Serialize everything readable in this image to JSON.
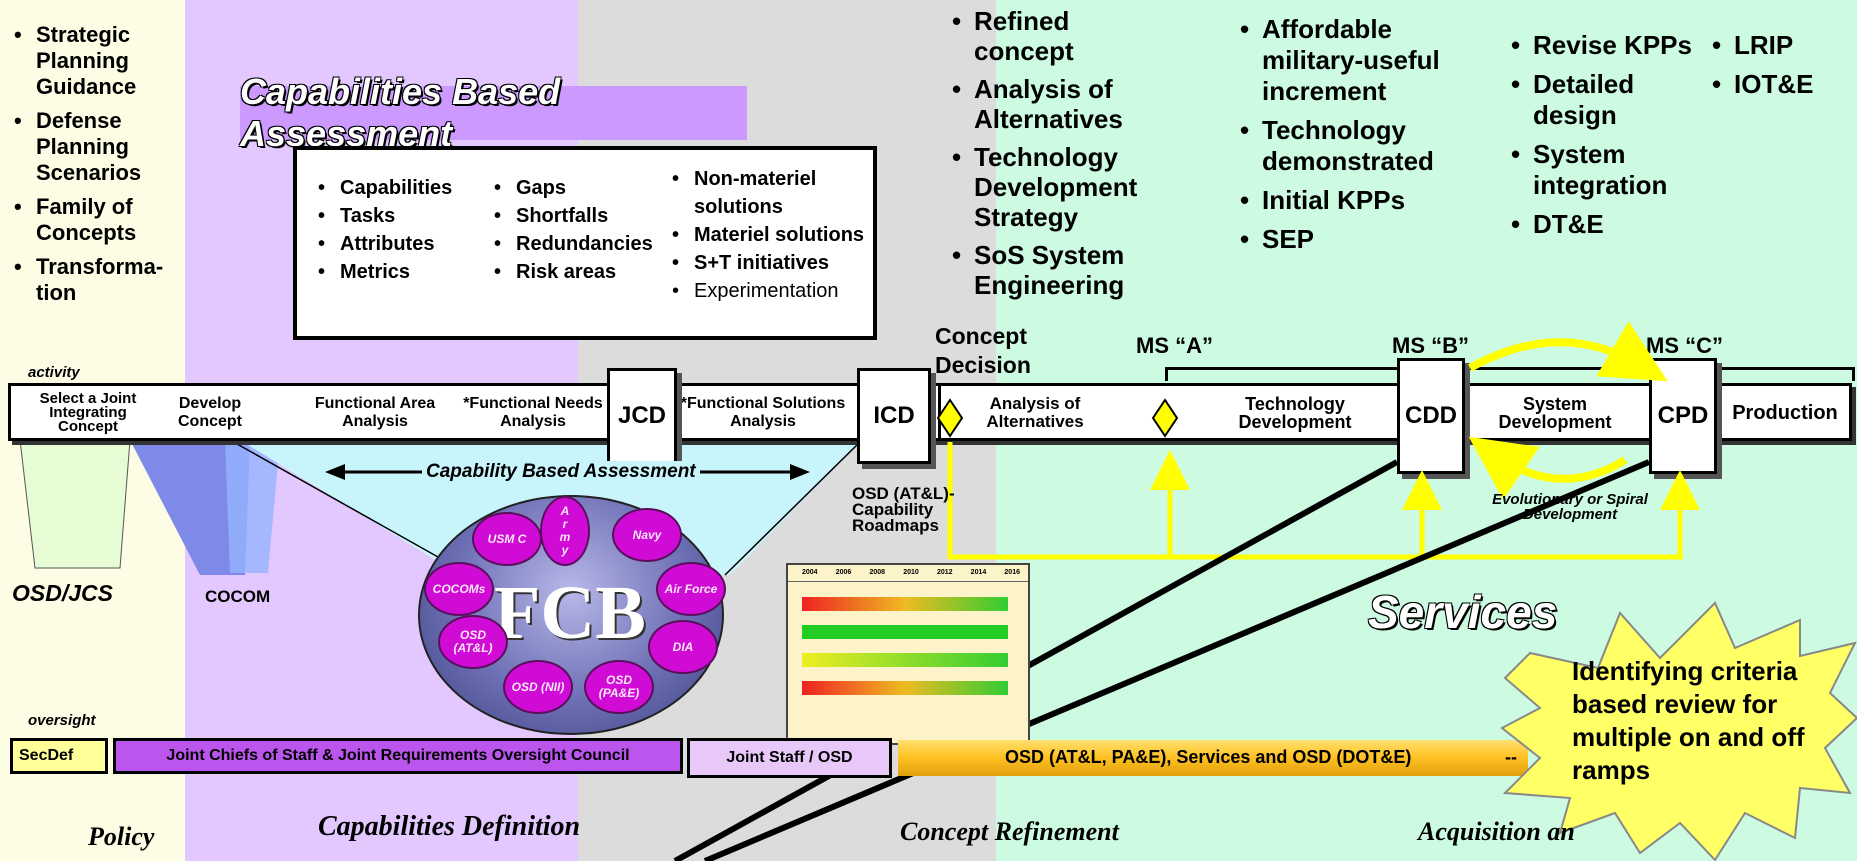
{
  "colors": {
    "policy_bg": "#fdfde6",
    "capdef_bg": "#e2c8fe",
    "concept_bg": "#dcdcdc",
    "acq_bg": "#cdfbe2",
    "cba_title_bg": "#cc99ff",
    "purple_bar": "#bb55ee",
    "yellow": "#ffff00",
    "orange_bar": "#ffc020",
    "burst": "#ffff66",
    "oval": "#d10bd6",
    "fcb_disk": "#5a5fa4"
  },
  "policy": {
    "items": [
      "Strategic Planning Guidance",
      "Defense Planning Scenarios",
      "Family of Concepts",
      "Transforma-tion"
    ],
    "phase_label": "Policy"
  },
  "cba": {
    "title": "Capabilities Based Assessment",
    "col1": [
      "Capabilities",
      "Tasks",
      "Attributes",
      "Metrics"
    ],
    "col2": [
      "Gaps",
      "Shortfalls",
      "Redundancies",
      "Risk areas"
    ],
    "col3": [
      "Non-materiel solutions",
      "Materiel solutions",
      "S+T initiatives"
    ],
    "col3_last": "Experimentation",
    "arrow_label": "Capability Based Assessment"
  },
  "concept_refinement": {
    "items": [
      "Refined concept",
      "Analysis of Alternatives",
      "Technology Development Strategy",
      "SoS System Engineering"
    ]
  },
  "acquisition": {
    "col1": [
      "Affordable military-useful increment",
      "Technology demonstrated",
      "Initial KPPs",
      "SEP"
    ],
    "col2": [
      "Revise KPPs",
      "Detailed design",
      "System integration",
      "DT&E"
    ],
    "col3": [
      "LRIP",
      "IOT&E"
    ]
  },
  "timeline": {
    "activity_label": "activity",
    "oversight_label": "oversight",
    "select_joint": "Select a Joint Integrating Concept",
    "develop_concept": "Develop Concept",
    "faa": "Functional Area Analysis",
    "fna": "*Functional Needs Analysis",
    "jcd": "JCD",
    "fsa": "*Functional Solutions Analysis",
    "icd": "ICD",
    "concept_decision": "Concept Decision",
    "aoa": "Analysis of Alternatives",
    "ms_a": "MS “A”",
    "tech_dev": "Technology Development",
    "ms_b": "MS “B”",
    "cdd": "CDD",
    "system_dev": "System Development",
    "ms_c": "MS “C”",
    "cpd": "CPD",
    "production": "Production",
    "evolutionary": "Evolutionary or Spiral Development",
    "osd_roadmaps": "OSD (AT&L)-Capability Roadmaps"
  },
  "players": {
    "osd_jcs": "OSD/JCS",
    "cocom": "COCOM",
    "services": "Services"
  },
  "fcb": {
    "label": "FCB",
    "members": [
      "USM C",
      "A r m y",
      "Navy",
      "COCOMs",
      "Air Force",
      "OSD (AT&L)",
      "DIA",
      "OSD (NII)",
      "OSD (PA&E)"
    ]
  },
  "roadmap_chart": {
    "years": [
      "2004",
      "2006",
      "2008",
      "2010",
      "2012",
      "2014",
      "2016"
    ]
  },
  "oversight": {
    "secdef": "SecDef",
    "jcs": "Joint Chiefs of Staff & Joint Requirements Oversight Council",
    "joint_staff": "Joint Staff / OSD",
    "osd_services": "OSD (AT&L, PA&E), Services and OSD (DOT&E)",
    "dash": "--"
  },
  "phases": {
    "capdef": "Capabilities Definition",
    "concept": "Concept Refinement",
    "acq": "Acquisition an"
  },
  "callout": "Identifying criteria based review for multiple on and off ramps"
}
